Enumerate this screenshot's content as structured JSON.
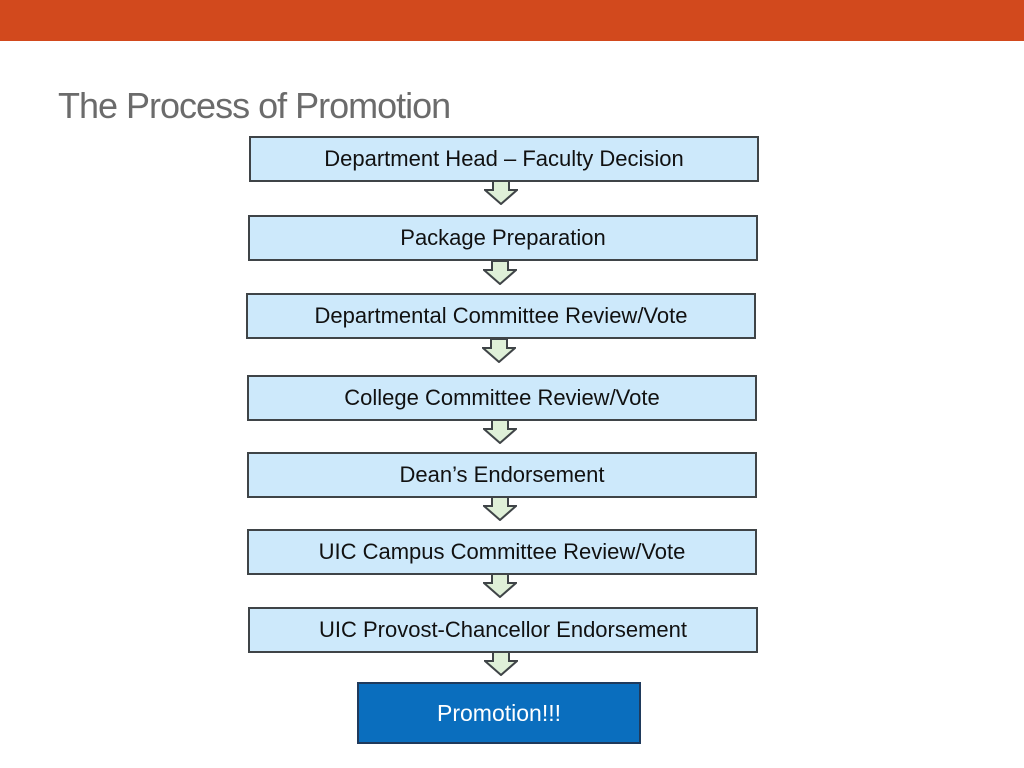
{
  "slide": {
    "title": "The Process of Promotion",
    "accent_color": "#d2491d"
  },
  "flow": {
    "box_fill": "#cde9fb",
    "final_fill": "#0a6ebe",
    "final_text_color": "#ffffff",
    "arrow_fill": "#dff0d8",
    "steps": [
      {
        "label": "Department Head – Faculty Decision"
      },
      {
        "label": "Package Preparation"
      },
      {
        "label": "Departmental Committee Review/Vote"
      },
      {
        "label": "College Committee Review/Vote"
      },
      {
        "label": "Dean’s Endorsement"
      },
      {
        "label": "UIC Campus Committee Review/Vote"
      },
      {
        "label": "UIC Provost-Chancellor Endorsement"
      }
    ],
    "final_step": {
      "label": "Promotion!!!"
    }
  }
}
